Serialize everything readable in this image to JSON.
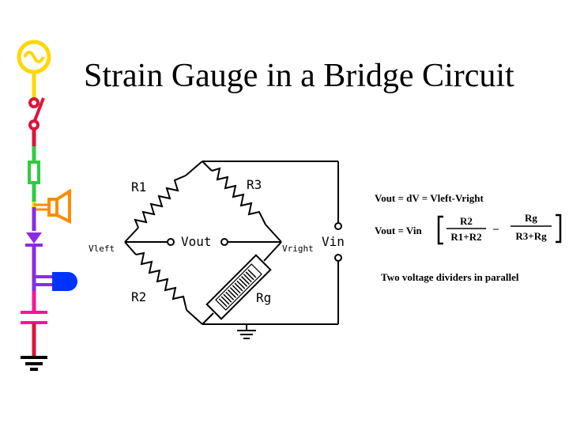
{
  "slide": {
    "title": "Strain Gauge in a Bridge Circuit"
  },
  "circuit": {
    "labels": {
      "r1": "R1",
      "r2": "R2",
      "r3": "R3",
      "rg": "Rg",
      "vleft": "Vleft",
      "vright": "Vright",
      "vout": "Vout",
      "vin": "Vin"
    }
  },
  "equations": {
    "line1": "Vout = dV = Vleft-Vright",
    "line2_lhs": "Vout  = Vin",
    "frac1_num": "R2",
    "frac1_den": "R1+R2",
    "minus": "–",
    "frac2_num": "Rg",
    "frac2_den": "R3+Rg",
    "caption": "Two voltage dividers in parallel"
  },
  "sidebar": {
    "icons": [
      "ac-source-icon",
      "switch-icon",
      "resistor-icon",
      "speaker-icon",
      "diode-icon",
      "lamp-icon",
      "capacitor-icon",
      "ground-icon"
    ],
    "colors": {
      "ac_source": "#FFD700",
      "switch": "#DC143C",
      "resistor": "#2ECC40",
      "speaker": "#FF8C00",
      "diode": "#8A2BE2",
      "lamp": "#0033FF",
      "capacitor": "#FF1493",
      "ground": "#000000"
    }
  }
}
